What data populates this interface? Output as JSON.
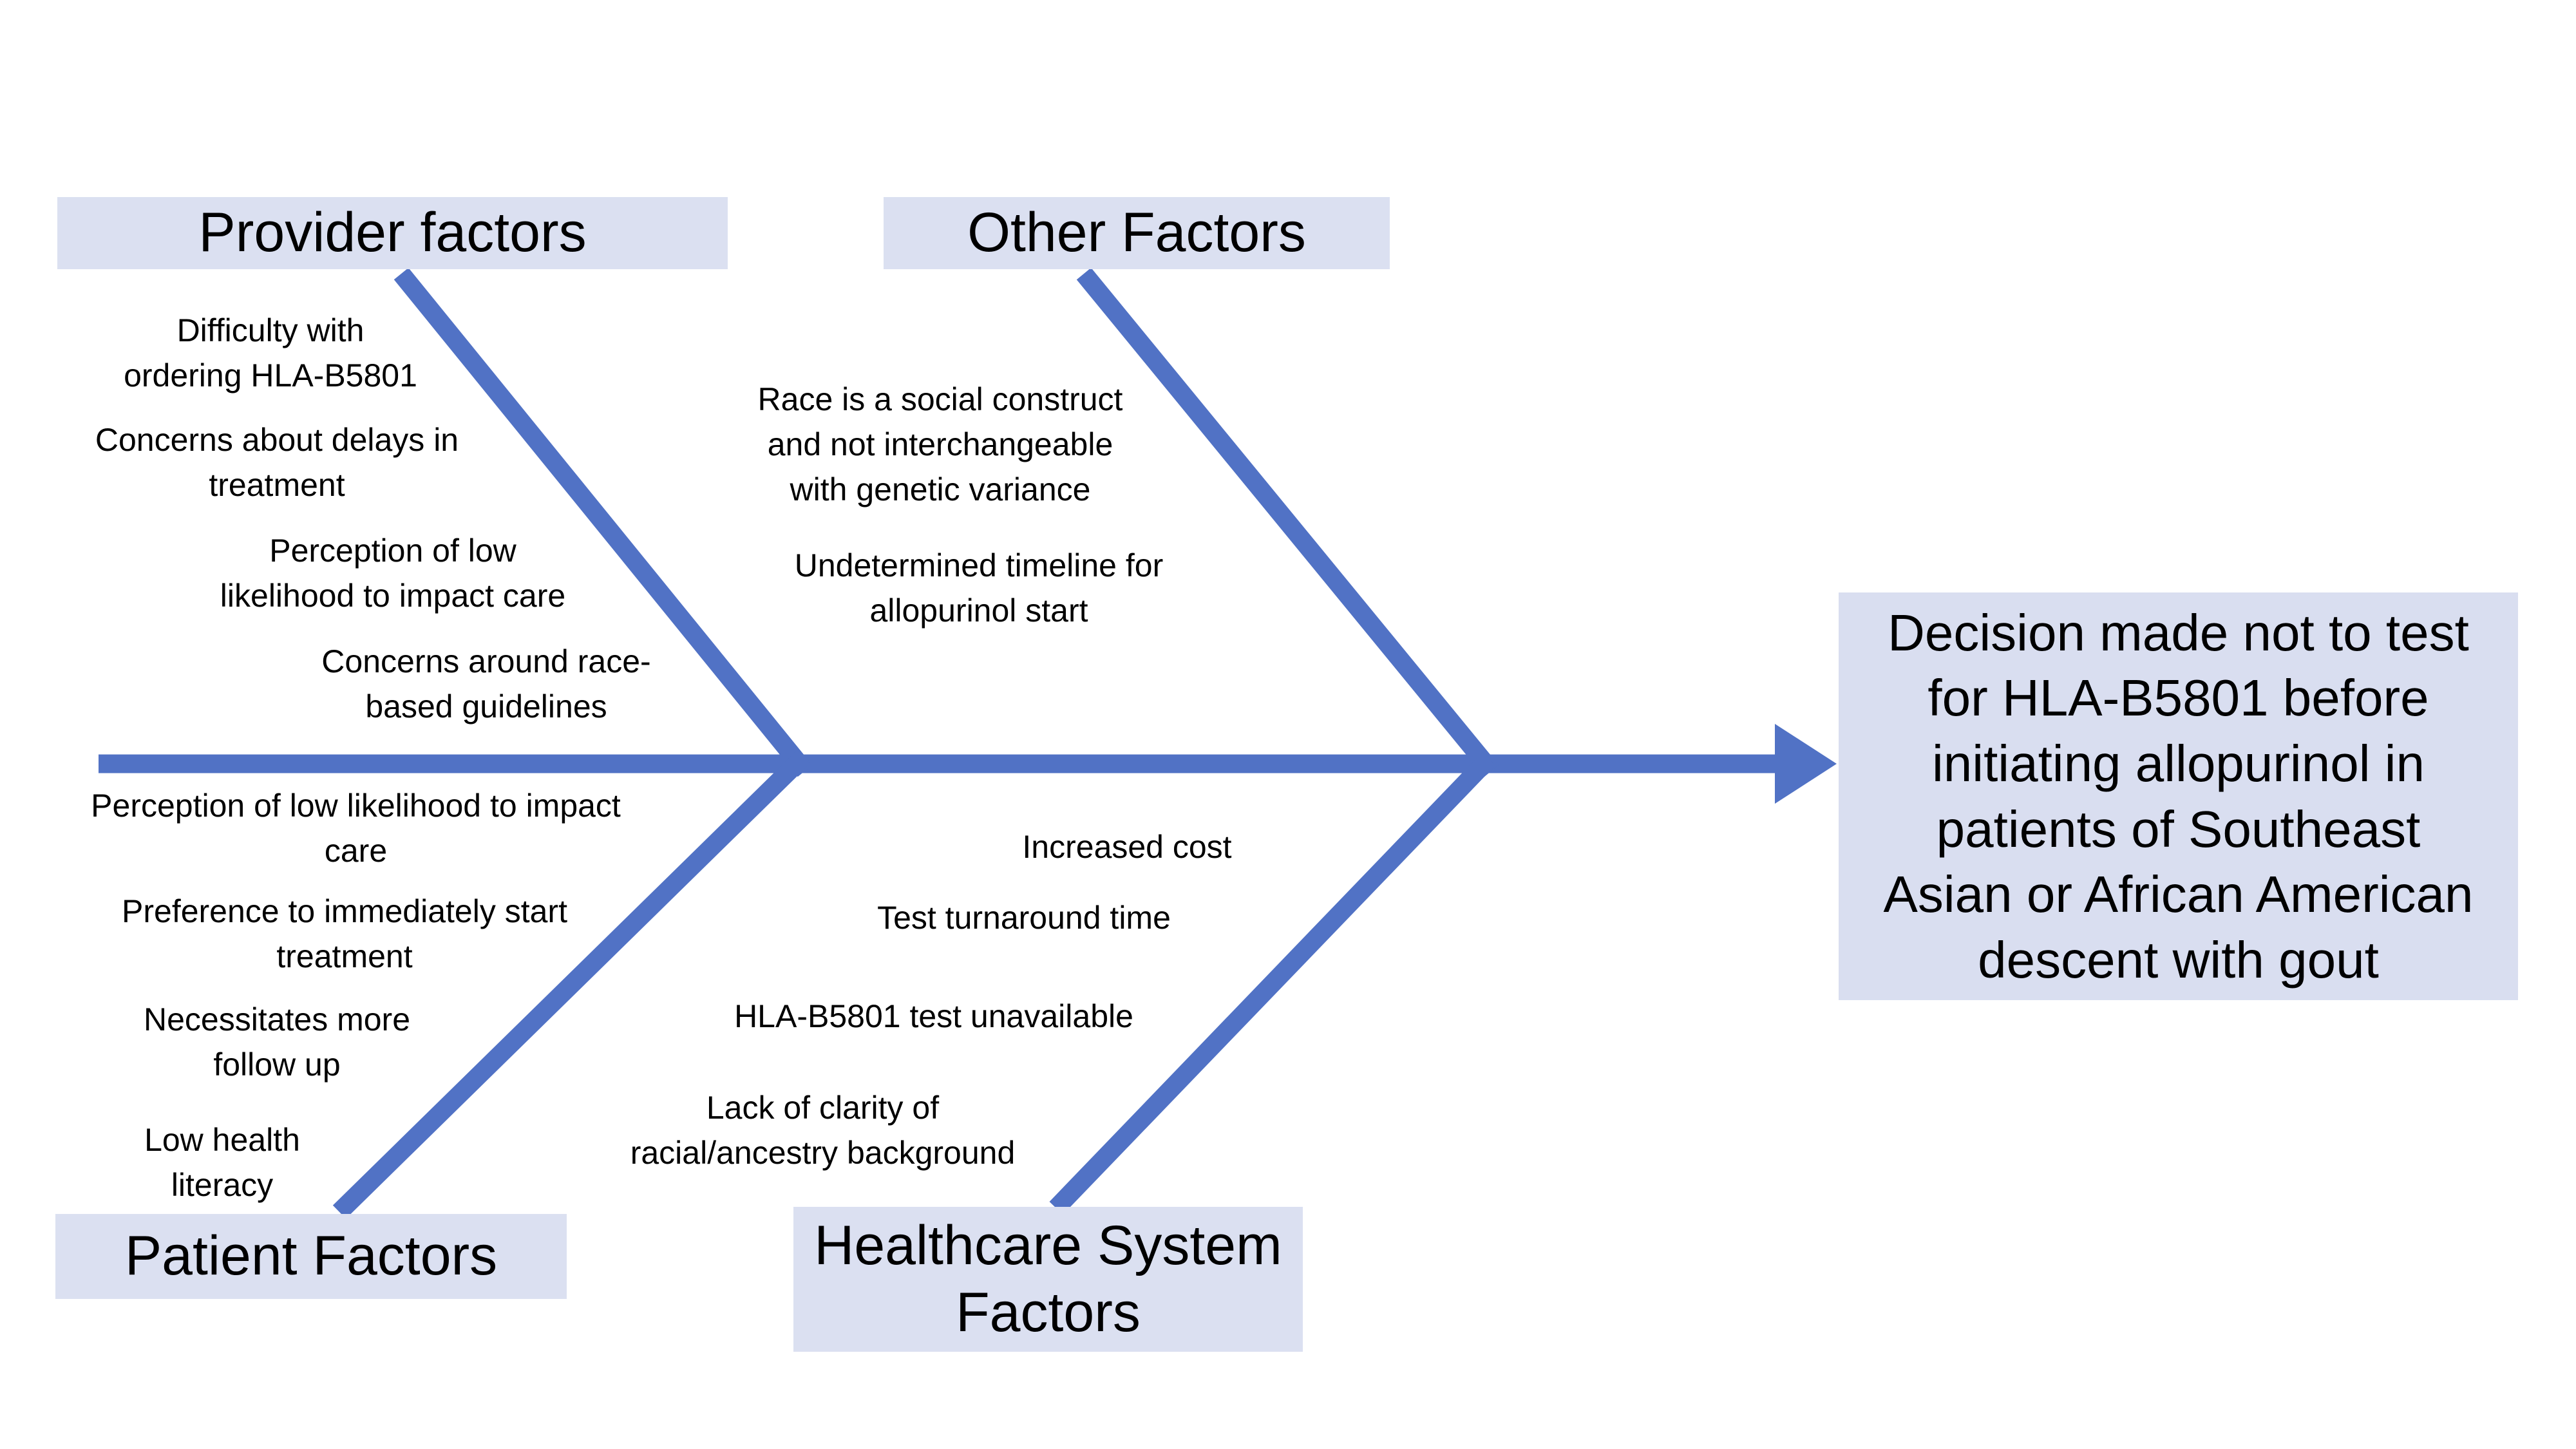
{
  "colors": {
    "line": "#5172c5",
    "category_box_bg": "#dbe0f1",
    "effect_box_bg": "#d9def0",
    "text": "#000000"
  },
  "effect": {
    "label": "Decision made not to test\nfor HLA-B5801 before\ninitiating allopurinol in\npatients of Southeast\nAsian or African American\ndescent with gout"
  },
  "categories": [
    {
      "label": "Provider factors",
      "causes": [
        "Difficulty with\nordering HLA-B5801",
        "Concerns about delays in\ntreatment",
        "Perception of low\nlikelihood to impact care",
        "Concerns around race-\nbased guidelines"
      ]
    },
    {
      "label": "Other Factors",
      "causes": [
        "Race is a social construct\nand not interchangeable\nwith genetic variance",
        "Undetermined timeline for\nallopurinol start"
      ]
    },
    {
      "label": "Patient Factors",
      "causes": [
        "Perception of low likelihood to impact\ncare",
        "Preference to immediately start\ntreatment",
        "Necessitates more\nfollow up",
        "Low health\nliteracy"
      ]
    },
    {
      "label": "Healthcare System\nFactors",
      "causes": [
        "Increased cost",
        "Test turnaround time",
        "HLA-B5801 test unavailable",
        "Lack of clarity of\nracial/ancestry background"
      ]
    }
  ]
}
